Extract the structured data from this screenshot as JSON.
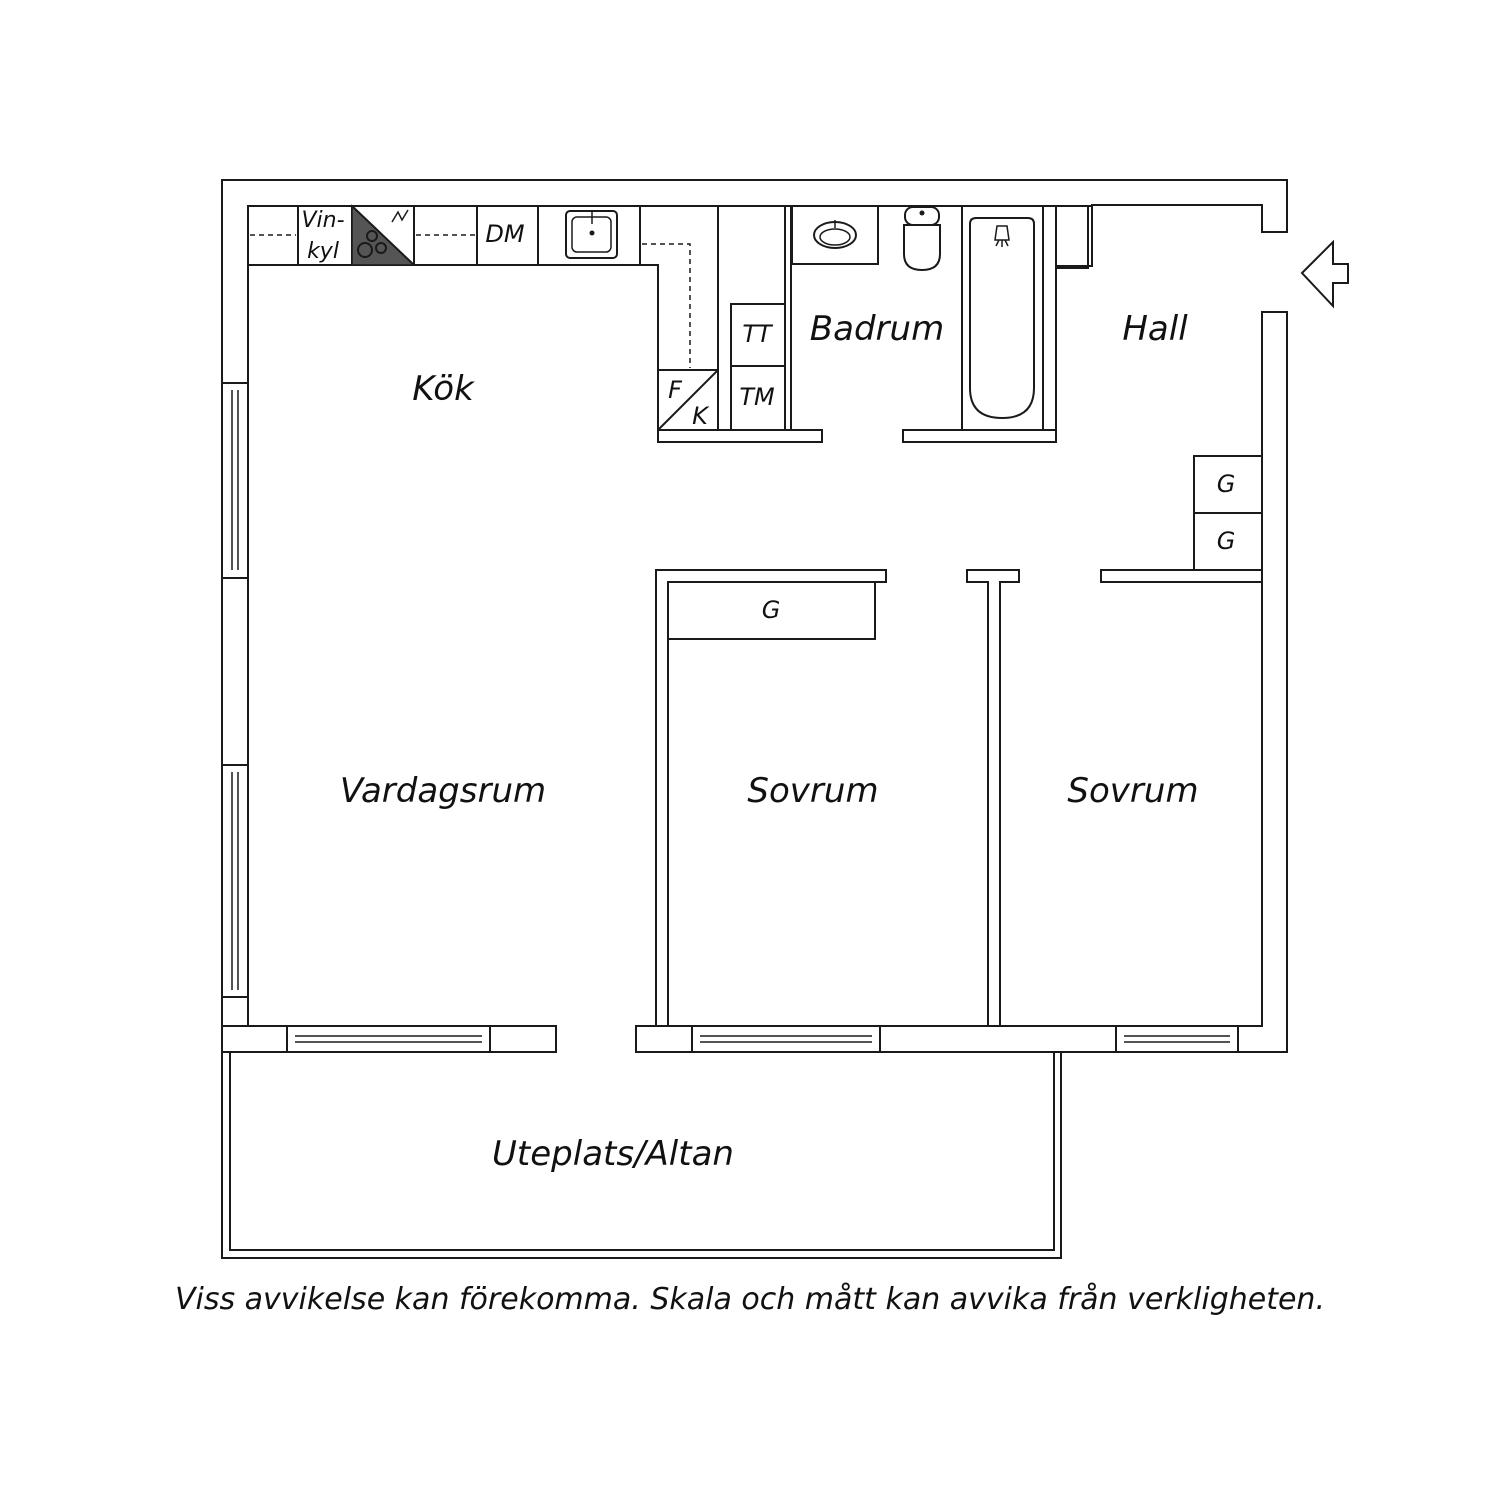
{
  "rooms": {
    "kok": "Kök",
    "badrum": "Badrum",
    "hall": "Hall",
    "vardagsrum": "Vardagsrum",
    "sovrum_1": "Sovrum",
    "sovrum_2": "Sovrum",
    "uteplats": "Uteplats/Altan"
  },
  "fixtures": {
    "vinkyl_line1": "Vin-",
    "vinkyl_line2": "kyl",
    "dishwasher": "DM",
    "fridge": "F",
    "freezer": "K",
    "dryer": "TT",
    "washer": "TM",
    "wardrobe": "G"
  },
  "disclaimer": "Viss avvikelse kan förekomma. Skala och mått kan avvika från verkligheten."
}
